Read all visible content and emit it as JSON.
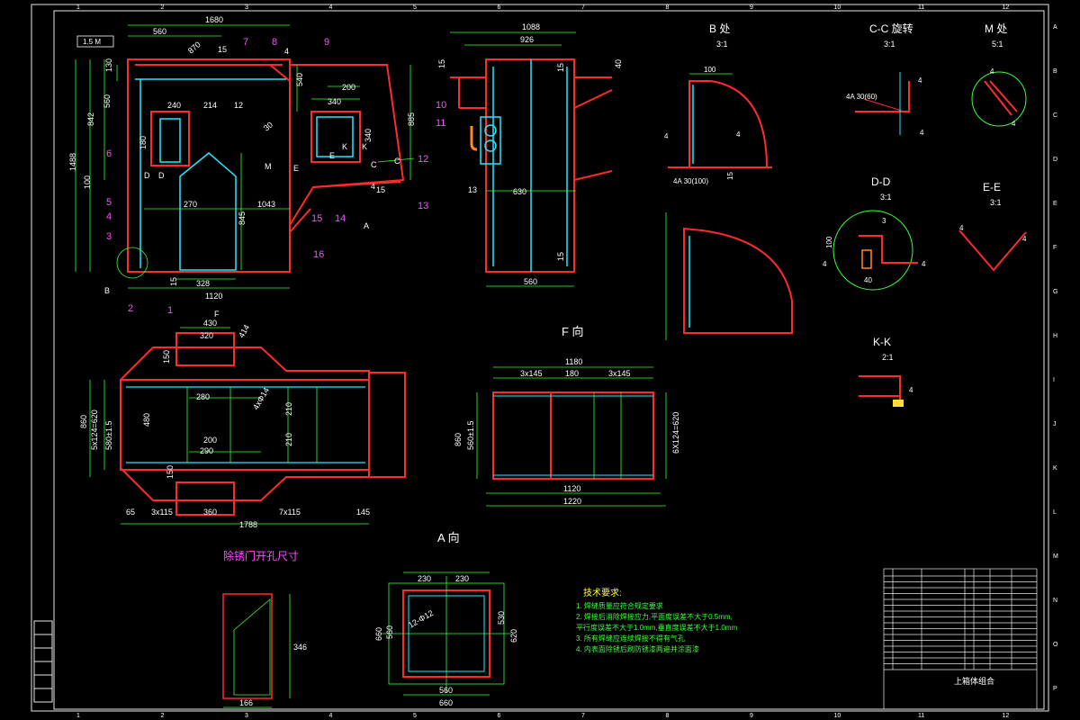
{
  "colors": {
    "background": "#000000",
    "frame": "#e8e8e8",
    "outline": "#ff2a2a",
    "dimension": "#39ff39",
    "centerline": "#28e6ff",
    "callout": "#ff4dff",
    "note": "#33ff33",
    "heading": "#ffffff"
  },
  "grid": {
    "columns": [
      "1",
      "2",
      "3",
      "4",
      "5",
      "6",
      "7",
      "8",
      "9",
      "10",
      "11",
      "12"
    ],
    "rows": [
      "A",
      "B",
      "C",
      "D",
      "E",
      "F",
      "G",
      "H",
      "I",
      "J",
      "K",
      "L",
      "M",
      "N",
      "O",
      "P"
    ]
  },
  "views": {
    "b_detail": {
      "title": "B 处",
      "scale": "3:1",
      "dims": [
        "100",
        "4",
        "4",
        "4A 30(100)",
        "15"
      ]
    },
    "cc_section": {
      "title": "C-C 旋转",
      "scale": "3:1",
      "dims": [
        "4A 30(60)",
        "4",
        "4"
      ]
    },
    "m_detail": {
      "title": "M 处",
      "scale": "5:1",
      "dims": [
        "4",
        "4"
      ]
    },
    "dd_section": {
      "title": "D-D",
      "scale": "3:1",
      "dims": [
        "3",
        "100",
        "4",
        "40",
        "4"
      ]
    },
    "ee_section": {
      "title": "E-E",
      "scale": "3:1",
      "dims": [
        "4",
        "4"
      ]
    },
    "kk_section": {
      "title": "K-K",
      "scale": "2:1",
      "dims": [
        "4"
      ]
    },
    "f_view": {
      "title": "F 向",
      "dims": [
        "1180",
        "3x145",
        "180",
        "3x145",
        "860",
        "560±1.5",
        "6X124=620",
        "1120",
        "1220"
      ]
    },
    "a_view": {
      "title": "A 向",
      "dims": [
        "230",
        "230",
        "530",
        "620",
        "660",
        "560",
        "12-Φ12",
        "560",
        "660"
      ]
    },
    "door_opening": {
      "title": "除锈门开孔尺寸",
      "dims": [
        "346",
        "166"
      ]
    },
    "front": {
      "dims": [
        "1680",
        "560",
        "870",
        "15",
        "4",
        "130",
        "842",
        "560",
        "1488",
        "100",
        "240",
        "214",
        "12",
        "180",
        "270",
        "1043",
        "845",
        "328",
        "1120",
        "340",
        "200",
        "540",
        "885",
        "30",
        "340",
        "4",
        "15",
        "15"
      ],
      "labels": [
        "1",
        "2",
        "3",
        "4",
        "5",
        "6",
        "7",
        "8",
        "9",
        "10",
        "11",
        "12",
        "13",
        "14",
        "15",
        "16"
      ],
      "markers": [
        "D",
        "D",
        "M",
        "E",
        "E",
        "K",
        "K",
        "C",
        "C",
        "B",
        "A",
        "F"
      ]
    },
    "side": {
      "dims": [
        "1088",
        "926",
        "15",
        "40",
        "15",
        "13",
        "630",
        "15",
        "560"
      ]
    },
    "plan": {
      "dims": [
        "430",
        "320",
        "414",
        "150",
        "5x124=620",
        "580±1.5",
        "860",
        "480",
        "280",
        "210",
        "210",
        "200",
        "290",
        "150",
        "4xΦ14",
        "65",
        "3x115",
        "360",
        "7x115",
        "145",
        "1788"
      ]
    },
    "finish_mark": "1.5 M"
  },
  "notes": {
    "title": "技术要求:",
    "items": [
      "1. 焊缝质量应符合规定要求",
      "2. 焊接后消除焊接应力,平面度误差不大于0.5mm,",
      "   平行度误差不大于1.0mm,垂直度误差不大于1.0mm",
      "3. 所有焊缝应连续焊接不得有气孔",
      "4. 内表面除锈后刷防锈漆两遍并涂面漆"
    ]
  },
  "title_block": {
    "drawing_title": "上箱体组合"
  }
}
